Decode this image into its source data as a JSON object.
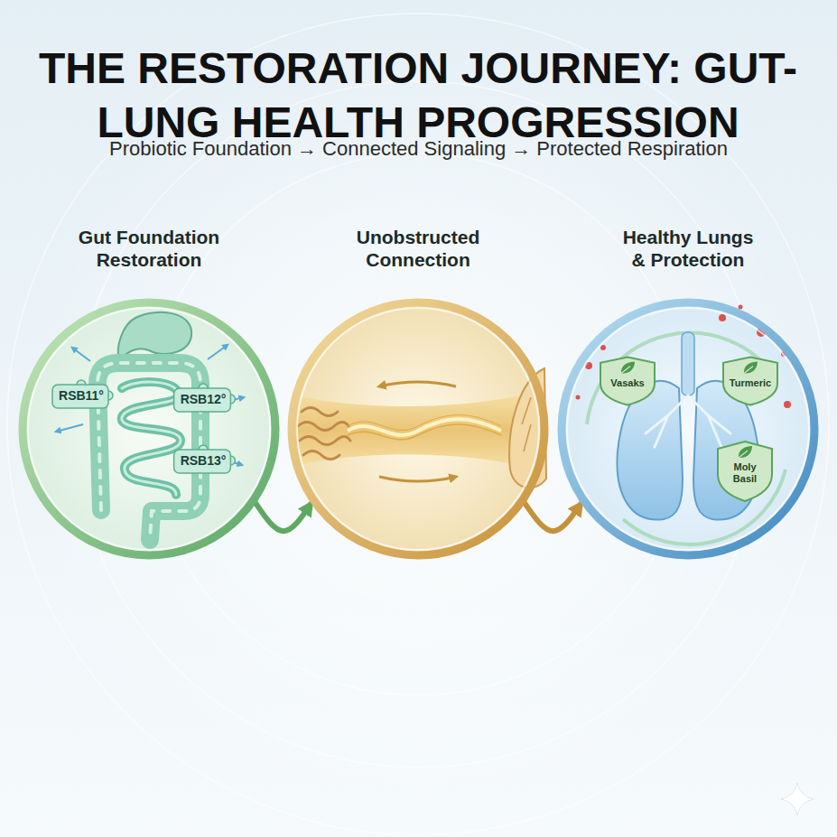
{
  "diagram": {
    "title": "THE RESTORATION JOURNEY: GUT-LUNG HEALTH PROGRESSION",
    "nodes": [
      {
        "text": [
          "Gut Foundation Restoration"
        ]
      },
      {
        "text": [
          "RSB11°"
        ],
        "in": 0
      },
      {
        "text": [
          "RSB12°"
        ],
        "in": 0
      },
      {
        "text": [
          "RSB13°"
        ],
        "in": 0
      },
      {
        "text": [
          "Unobstructed Connection"
        ]
      },
      {
        "text": [
          "Healthy Lungs & Protection"
        ]
      },
      {
        "text": [
          "Vasaks"
        ],
        "in": 5
      },
      {
        "text": [
          "Turmeric"
        ],
        "in": 5
      },
      {
        "text": [
          "Moly Basil"
        ],
        "in": 5
      }
    ],
    "edges": [
      {
        "from": 0,
        "to": 4,
        "arrow": "to"
      },
      {
        "from": 4,
        "to": 5,
        "arrow": "to"
      }
    ],
    "labels": [
      "Probiotic Foundation → Connected Signaling → Protected Respiration"
    ]
  }
}
